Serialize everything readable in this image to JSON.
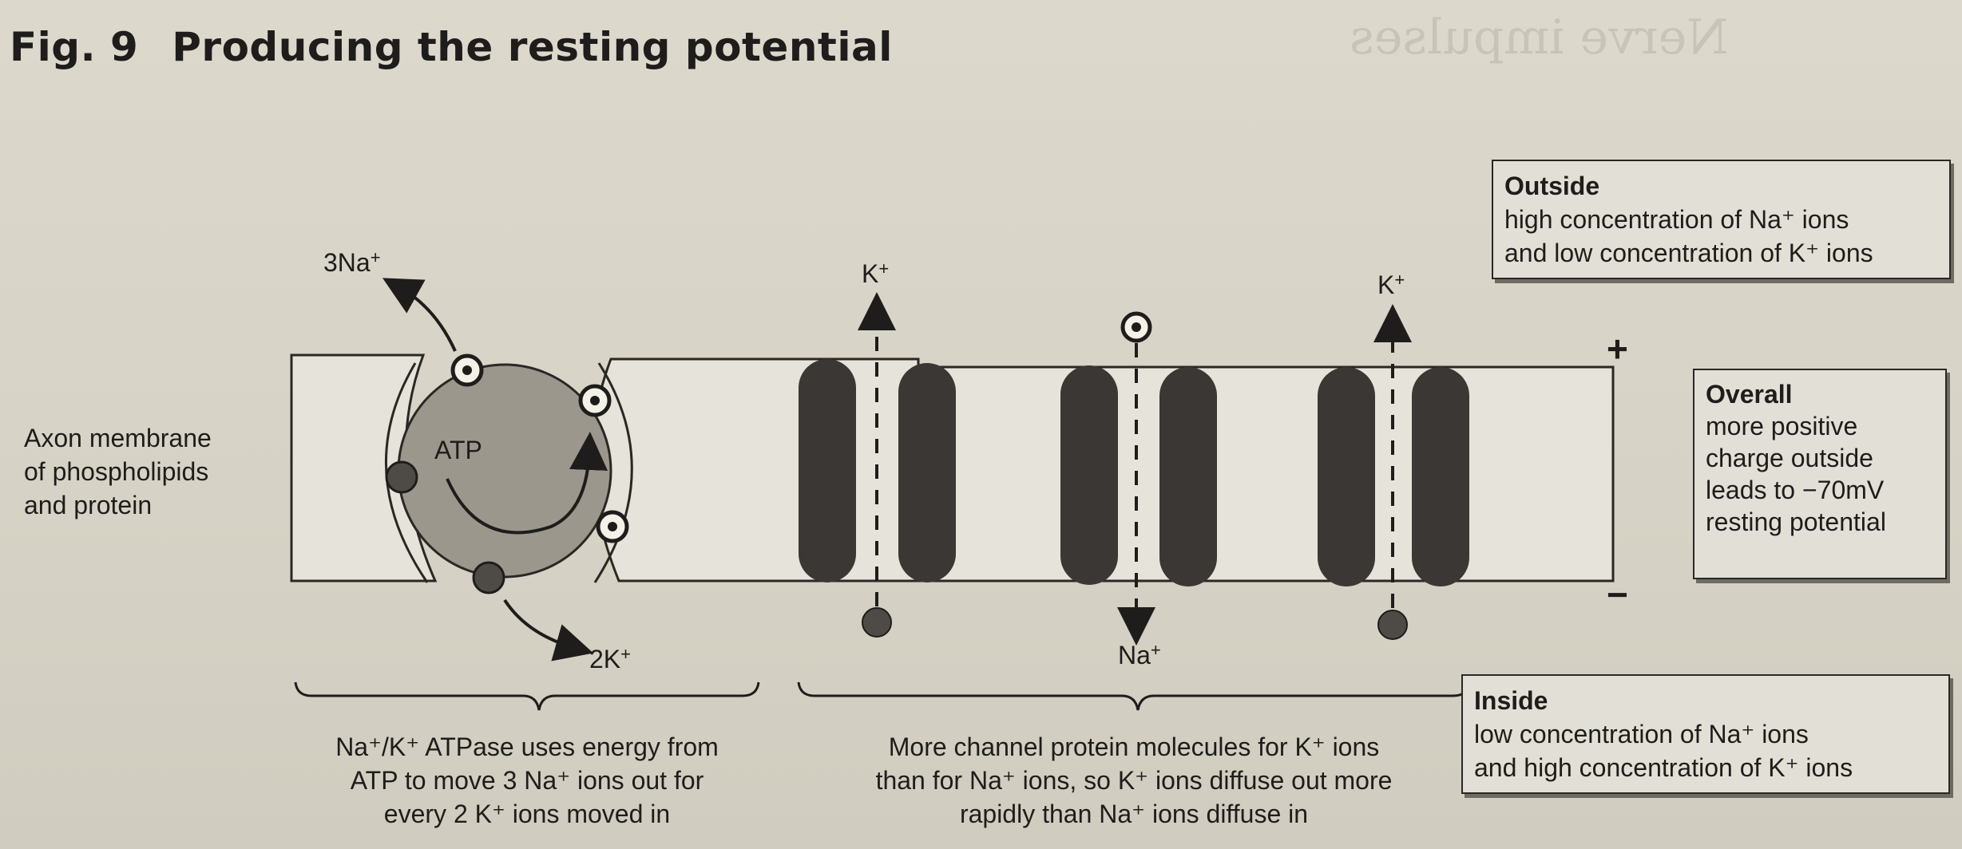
{
  "title": {
    "fig_number": "Fig. 9",
    "text": "Producing the resting potential"
  },
  "ghost_heading": "Nerve impulses",
  "labels": {
    "axon_membrane": "Axon membrane\nof phospholipids\nand protein",
    "pump_out_ion": "3Na",
    "pump_in_ion": "2K",
    "atp": "ATP",
    "k_left": "K",
    "k_right": "K",
    "na_in": "Na",
    "plus_sign": "+",
    "minus_sign": "−",
    "charge_plus": "+"
  },
  "captions": {
    "pump": "Na⁺/K⁺ ATPase uses energy from\nATP to move 3 Na⁺ ions out for\nevery 2 K⁺ ions moved in",
    "channels": "More channel protein molecules for K⁺ ions\nthan for Na⁺ ions, so K⁺ ions diffuse out more\nrapidly than Na⁺ ions diffuse in"
  },
  "boxes": {
    "outside": {
      "title": "Outside",
      "body": "high concentration of Na⁺ ions\nand low concentration of K⁺ ions"
    },
    "overall": {
      "title": "Overall",
      "body": "more positive\ncharge outside\nleads to −70mV\nresting potential"
    },
    "inside": {
      "title": "Inside",
      "body": "low concentration of Na⁺ ions\nand high concentration of K⁺ ions"
    }
  },
  "colors": {
    "channel": "#3a3734",
    "pump": "#9c978d",
    "membrane": "#e6e3da",
    "ion_dark": "#4e4b47"
  }
}
